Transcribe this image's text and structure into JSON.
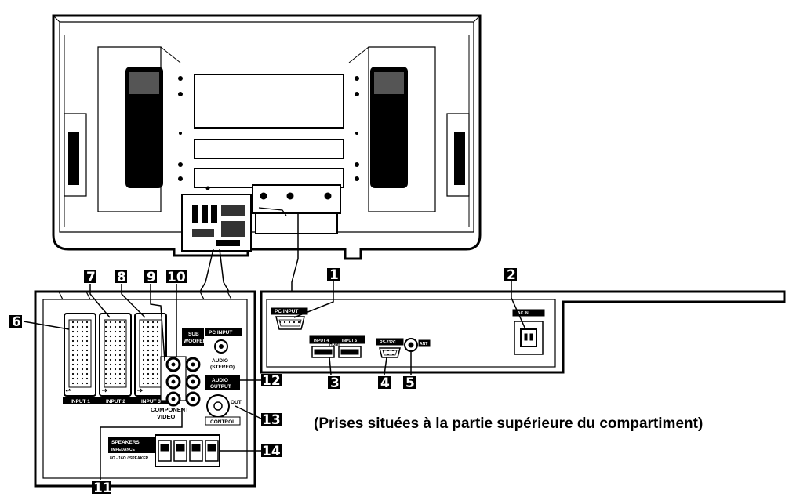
{
  "caption": "(Prises situées à la partie supérieure du compartiment)",
  "callouts": [
    "1",
    "2",
    "3",
    "4",
    "5",
    "6",
    "7",
    "8",
    "9",
    "10",
    "11",
    "12",
    "13",
    "14"
  ],
  "panel_labels": {
    "input1": "INPUT 1",
    "input2": "INPUT 2",
    "input3": "INPUT 3",
    "component_video": "COMPONENT",
    "component_video_2": "VIDEO",
    "subwoofer": "SUB",
    "subwoofer_2": "WOOFER",
    "pc_input": "PC INPUT",
    "audio_stereo": "AUDIO",
    "audio_stereo_2": "(STEREO)",
    "audio_output": "AUDIO",
    "audio_output_2": "OUTPUT",
    "control": "CONTROL",
    "out": "OUT",
    "speakers": "SPEAKERS",
    "impedance": "IMPEDANCE",
    "impedance_2": "8Ω - 16Ω / SPEAKER",
    "pc_input_top": "PC INPUT",
    "ac_in": "AC IN",
    "hdmi": "HDMI",
    "input4": "INPUT 4",
    "input5": "INPUT 5",
    "rs232c": "RS-232C",
    "ant": "ANT"
  }
}
